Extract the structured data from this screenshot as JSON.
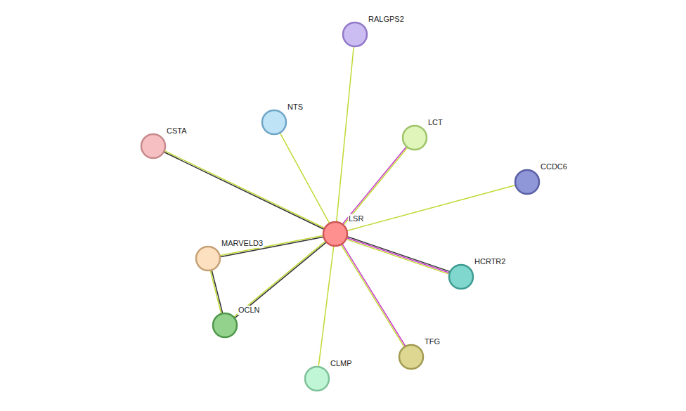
{
  "diagram": {
    "nodes": [
      {
        "text": [
          "RALGPS2"
        ]
      },
      {
        "text": [
          "NTS"
        ]
      },
      {
        "text": [
          "LCT"
        ]
      },
      {
        "text": [
          "CSTA"
        ]
      },
      {
        "text": [
          "CCDC6"
        ]
      },
      {
        "text": [
          "LSR"
        ]
      },
      {
        "text": [
          "MARVELD3"
        ]
      },
      {
        "text": [
          "HCRTR2"
        ]
      },
      {
        "text": [
          "OCLN"
        ]
      },
      {
        "text": [
          "TFG"
        ]
      },
      {
        "text": [
          "CLMP"
        ]
      }
    ],
    "edges": [
      {
        "from": 5,
        "to": 0,
        "arrow": "none"
      },
      {
        "from": 5,
        "to": 1,
        "arrow": "none"
      },
      {
        "from": 5,
        "to": 2,
        "arrow": "none"
      },
      {
        "from": 5,
        "to": 3,
        "arrow": "none"
      },
      {
        "from": 5,
        "to": 4,
        "arrow": "none"
      },
      {
        "from": 5,
        "to": 6,
        "arrow": "none"
      },
      {
        "from": 5,
        "to": 7,
        "arrow": "none"
      },
      {
        "from": 5,
        "to": 8,
        "arrow": "none"
      },
      {
        "from": 5,
        "to": 9,
        "arrow": "none"
      },
      {
        "from": 5,
        "to": 10,
        "arrow": "none"
      },
      {
        "from": 6,
        "to": 8,
        "arrow": "none"
      }
    ]
  }
}
